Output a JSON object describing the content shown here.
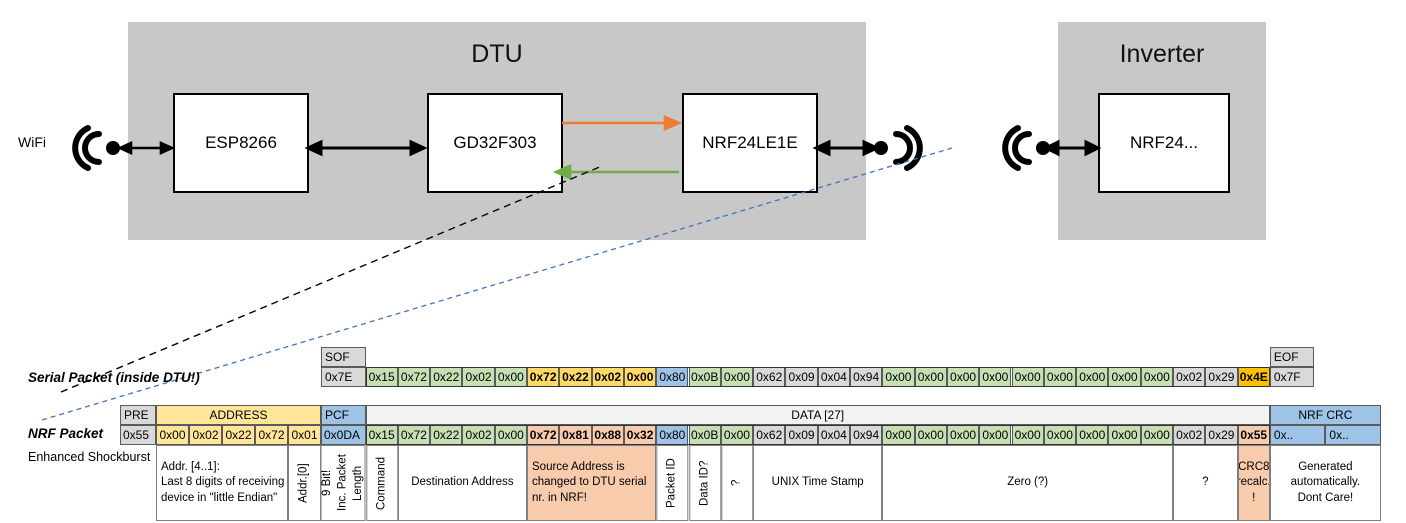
{
  "diagram": {
    "dtu": {
      "title": "DTU",
      "chips": [
        "ESP8266",
        "GD32F303",
        "NRF24LE1E"
      ],
      "wifi_label": "WiFi",
      "arrow_tx_color": "#ed7d31",
      "arrow_rx_color": "#70ad47"
    },
    "inverter": {
      "title": "Inverter",
      "chips": [
        "NRF24..."
      ]
    }
  },
  "serial_packet": {
    "label": "Serial Packet (inside DTU!)",
    "sof_header": "SOF",
    "eof_header": "EOF",
    "sof_value": "0x7E",
    "eof_value": "0x7F",
    "bytes": [
      {
        "v": "0x15",
        "c": "green",
        "b": false
      },
      {
        "v": "0x72",
        "c": "green",
        "b": false
      },
      {
        "v": "0x22",
        "c": "green",
        "b": false
      },
      {
        "v": "0x02",
        "c": "green",
        "b": false
      },
      {
        "v": "0x00",
        "c": "green",
        "b": false
      },
      {
        "v": "0x72",
        "c": "yellow",
        "b": true
      },
      {
        "v": "0x22",
        "c": "yellow",
        "b": true
      },
      {
        "v": "0x02",
        "c": "yellow",
        "b": true
      },
      {
        "v": "0x00",
        "c": "yellow",
        "b": true
      },
      {
        "v": "0x80",
        "c": "blue",
        "b": false
      },
      {
        "v": "0x0B",
        "c": "green",
        "b": false
      },
      {
        "v": "0x00",
        "c": "green",
        "b": false
      },
      {
        "v": "0x62",
        "c": "grey",
        "b": false
      },
      {
        "v": "0x09",
        "c": "grey",
        "b": false
      },
      {
        "v": "0x04",
        "c": "grey",
        "b": false
      },
      {
        "v": "0x94",
        "c": "grey",
        "b": false
      },
      {
        "v": "0x00",
        "c": "green",
        "b": false
      },
      {
        "v": "0x00",
        "c": "green",
        "b": false
      },
      {
        "v": "0x00",
        "c": "green",
        "b": false
      },
      {
        "v": "0x00",
        "c": "green",
        "b": false
      },
      {
        "v": "0x00",
        "c": "green",
        "b": false
      },
      {
        "v": "0x00",
        "c": "green",
        "b": false
      },
      {
        "v": "0x00",
        "c": "green",
        "b": false
      },
      {
        "v": "0x00",
        "c": "green",
        "b": false
      },
      {
        "v": "0x00",
        "c": "green",
        "b": false
      },
      {
        "v": "0x02",
        "c": "grey",
        "b": false
      },
      {
        "v": "0x29",
        "c": "grey",
        "b": false
      },
      {
        "v": "0x4E",
        "c": "orange",
        "b": true
      }
    ]
  },
  "nrf_packet": {
    "label": "NRF Packet",
    "sublabel": "Enhanced Shockburst",
    "headers": {
      "pre": "PRE",
      "address": "ADDRESS",
      "pcf": "PCF",
      "data": "DATA [27]",
      "crc": "NRF CRC"
    },
    "pre_value": "0x55",
    "address_values": [
      "0x00",
      "0x02",
      "0x22",
      "0x72",
      "0x01"
    ],
    "pcf_value": "0x0DA",
    "crc_values": [
      "0x..",
      "0x.."
    ],
    "bytes": [
      {
        "v": "0x15",
        "c": "green",
        "b": false
      },
      {
        "v": "0x72",
        "c": "green",
        "b": false
      },
      {
        "v": "0x22",
        "c": "green",
        "b": false
      },
      {
        "v": "0x02",
        "c": "green",
        "b": false
      },
      {
        "v": "0x00",
        "c": "green",
        "b": false
      },
      {
        "v": "0x72",
        "c": "salmon",
        "b": true
      },
      {
        "v": "0x81",
        "c": "salmon",
        "b": true
      },
      {
        "v": "0x88",
        "c": "salmon",
        "b": true
      },
      {
        "v": "0x32",
        "c": "salmon",
        "b": true
      },
      {
        "v": "0x80",
        "c": "blue",
        "b": false
      },
      {
        "v": "0x0B",
        "c": "green",
        "b": false
      },
      {
        "v": "0x00",
        "c": "green",
        "b": false
      },
      {
        "v": "0x62",
        "c": "grey",
        "b": false
      },
      {
        "v": "0x09",
        "c": "grey",
        "b": false
      },
      {
        "v": "0x04",
        "c": "grey",
        "b": false
      },
      {
        "v": "0x94",
        "c": "grey",
        "b": false
      },
      {
        "v": "0x00",
        "c": "green",
        "b": false
      },
      {
        "v": "0x00",
        "c": "green",
        "b": false
      },
      {
        "v": "0x00",
        "c": "green",
        "b": false
      },
      {
        "v": "0x00",
        "c": "green",
        "b": false
      },
      {
        "v": "0x00",
        "c": "green",
        "b": false
      },
      {
        "v": "0x00",
        "c": "green",
        "b": false
      },
      {
        "v": "0x00",
        "c": "green",
        "b": false
      },
      {
        "v": "0x00",
        "c": "green",
        "b": false
      },
      {
        "v": "0x00",
        "c": "green",
        "b": false
      },
      {
        "v": "0x02",
        "c": "grey",
        "b": false
      },
      {
        "v": "0x29",
        "c": "grey",
        "b": false
      },
      {
        "v": "0x55",
        "c": "salmon",
        "b": true
      }
    ],
    "descriptions": [
      {
        "text": "Addr. [4..1]:\nLast 8 digits of receiving\ndevice in \"little Endian\"",
        "vertical": false,
        "align": "left",
        "bg": "white"
      },
      {
        "text": "Addr.[0]",
        "vertical": true,
        "align": "center",
        "bg": "white"
      },
      {
        "text": "9 Bit!\nInc. Packet\nLength",
        "vertical": true,
        "align": "center",
        "bg": "white"
      },
      {
        "text": "Command",
        "vertical": true,
        "align": "center",
        "bg": "white"
      },
      {
        "text": "Destination Address",
        "vertical": false,
        "align": "center",
        "bg": "white"
      },
      {
        "text": "Source Address is\nchanged to DTU serial\nnr. in NRF!",
        "vertical": false,
        "align": "left",
        "bg": "salmon"
      },
      {
        "text": "Packet ID",
        "vertical": true,
        "align": "center",
        "bg": "white"
      },
      {
        "text": "Data ID?",
        "vertical": true,
        "align": "center",
        "bg": "white"
      },
      {
        "text": "?",
        "vertical": true,
        "align": "center",
        "bg": "white"
      },
      {
        "text": "UNIX Time Stamp",
        "vertical": false,
        "align": "center",
        "bg": "white"
      },
      {
        "text": "Zero (?)",
        "vertical": false,
        "align": "center",
        "bg": "white"
      },
      {
        "text": "?",
        "vertical": false,
        "align": "center",
        "bg": "white"
      },
      {
        "text": "CRC8\nrecalc.\n!",
        "vertical": false,
        "align": "center",
        "bg": "salmon"
      },
      {
        "text": "Generated\nautomatically.\nDont Care!",
        "vertical": false,
        "align": "center",
        "bg": "white"
      }
    ]
  }
}
